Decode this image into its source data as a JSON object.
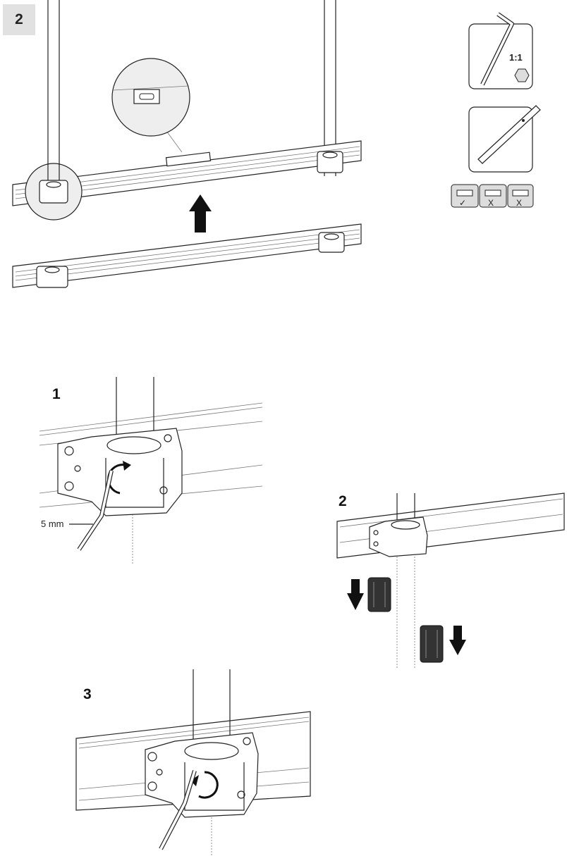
{
  "step_number": "2",
  "substeps": [
    "1",
    "2",
    "3"
  ],
  "allen_key_label": "5 mm",
  "tool_scale_label": "1:1",
  "level_checks": [
    "✓",
    "X",
    "X"
  ],
  "icons": {
    "allen_key": "hex-key-icon",
    "spirit_level": "spirit-level-icon",
    "up_arrow": "arrow-up-icon",
    "down_arrow": "arrow-down-icon"
  }
}
